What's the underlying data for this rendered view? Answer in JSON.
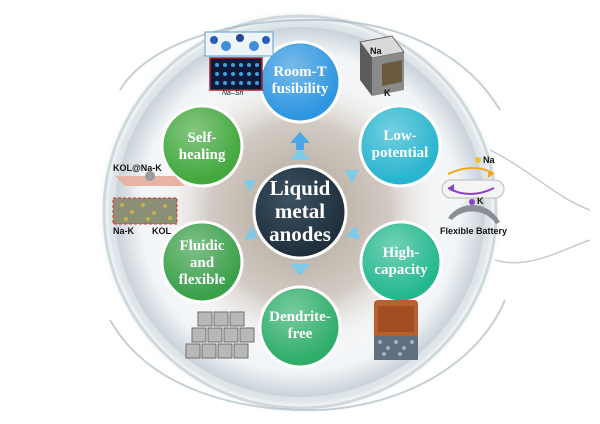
{
  "center": {
    "label": "Liquid\nmetal\nanodes"
  },
  "nodes": [
    {
      "id": "room-t",
      "label": "Room-T\nfusibility",
      "color": "#2e96e0"
    },
    {
      "id": "low-potential",
      "label": "Low-\npotential",
      "color": "#29b5cf"
    },
    {
      "id": "high-capacity",
      "label": "High-\ncapacity",
      "color": "#25b88f"
    },
    {
      "id": "dendrite-free",
      "label": "Dendrite-\nfree",
      "color": "#2fae6a"
    },
    {
      "id": "fluidic",
      "label": "Fluidic\nand\nflexible",
      "color": "#3ba04a"
    },
    {
      "id": "self-healing",
      "label": "Self-\nhealing",
      "color": "#43a83e"
    }
  ],
  "annotations": {
    "na_top": "Na",
    "k_top": "K",
    "na_ion": "Na",
    "k_ion": "K",
    "flexible_battery": "Flexible Battery",
    "kol_na_k": "KOL@Na-K",
    "na_k": "Na-K",
    "kol": "KOL",
    "nasn": "Na–Sn"
  }
}
